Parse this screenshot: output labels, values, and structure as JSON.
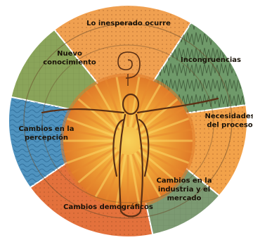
{
  "diagram": {
    "segments": [
      {
        "id": "inesperado",
        "label_lines": [
          "Lo inesperado ocurre"
        ],
        "color": "#f0a050"
      },
      {
        "id": "incongruencias",
        "label_lines": [
          "Incongruencias"
        ],
        "color": "#6f9a6a"
      },
      {
        "id": "necesidades",
        "label_lines": [
          "Necesidades",
          "del proceso"
        ],
        "color": "#f2a24a"
      },
      {
        "id": "industria",
        "label_lines": [
          "Cambios en la",
          "industria y el",
          "mercado"
        ],
        "color": "#7c9a72"
      },
      {
        "id": "demograficos",
        "label_lines": [
          "Cambios demográficos"
        ],
        "color": "#e3713c"
      },
      {
        "id": "percepcion",
        "label_lines": [
          "Cambios en la",
          "percepción"
        ],
        "color": "#4f93bf"
      },
      {
        "id": "conocimiento",
        "label_lines": [
          "Nuevo",
          "conocimiento"
        ],
        "color": "#8aa45a"
      }
    ],
    "colors": {
      "sun_core": "#f5c040",
      "sun_mid": "#ee9a30",
      "sun_edge": "#e07a28",
      "figure_stroke": "#5a2f14",
      "wire": "#6a4a2a",
      "ring_outline": "#5a3a1e"
    }
  }
}
